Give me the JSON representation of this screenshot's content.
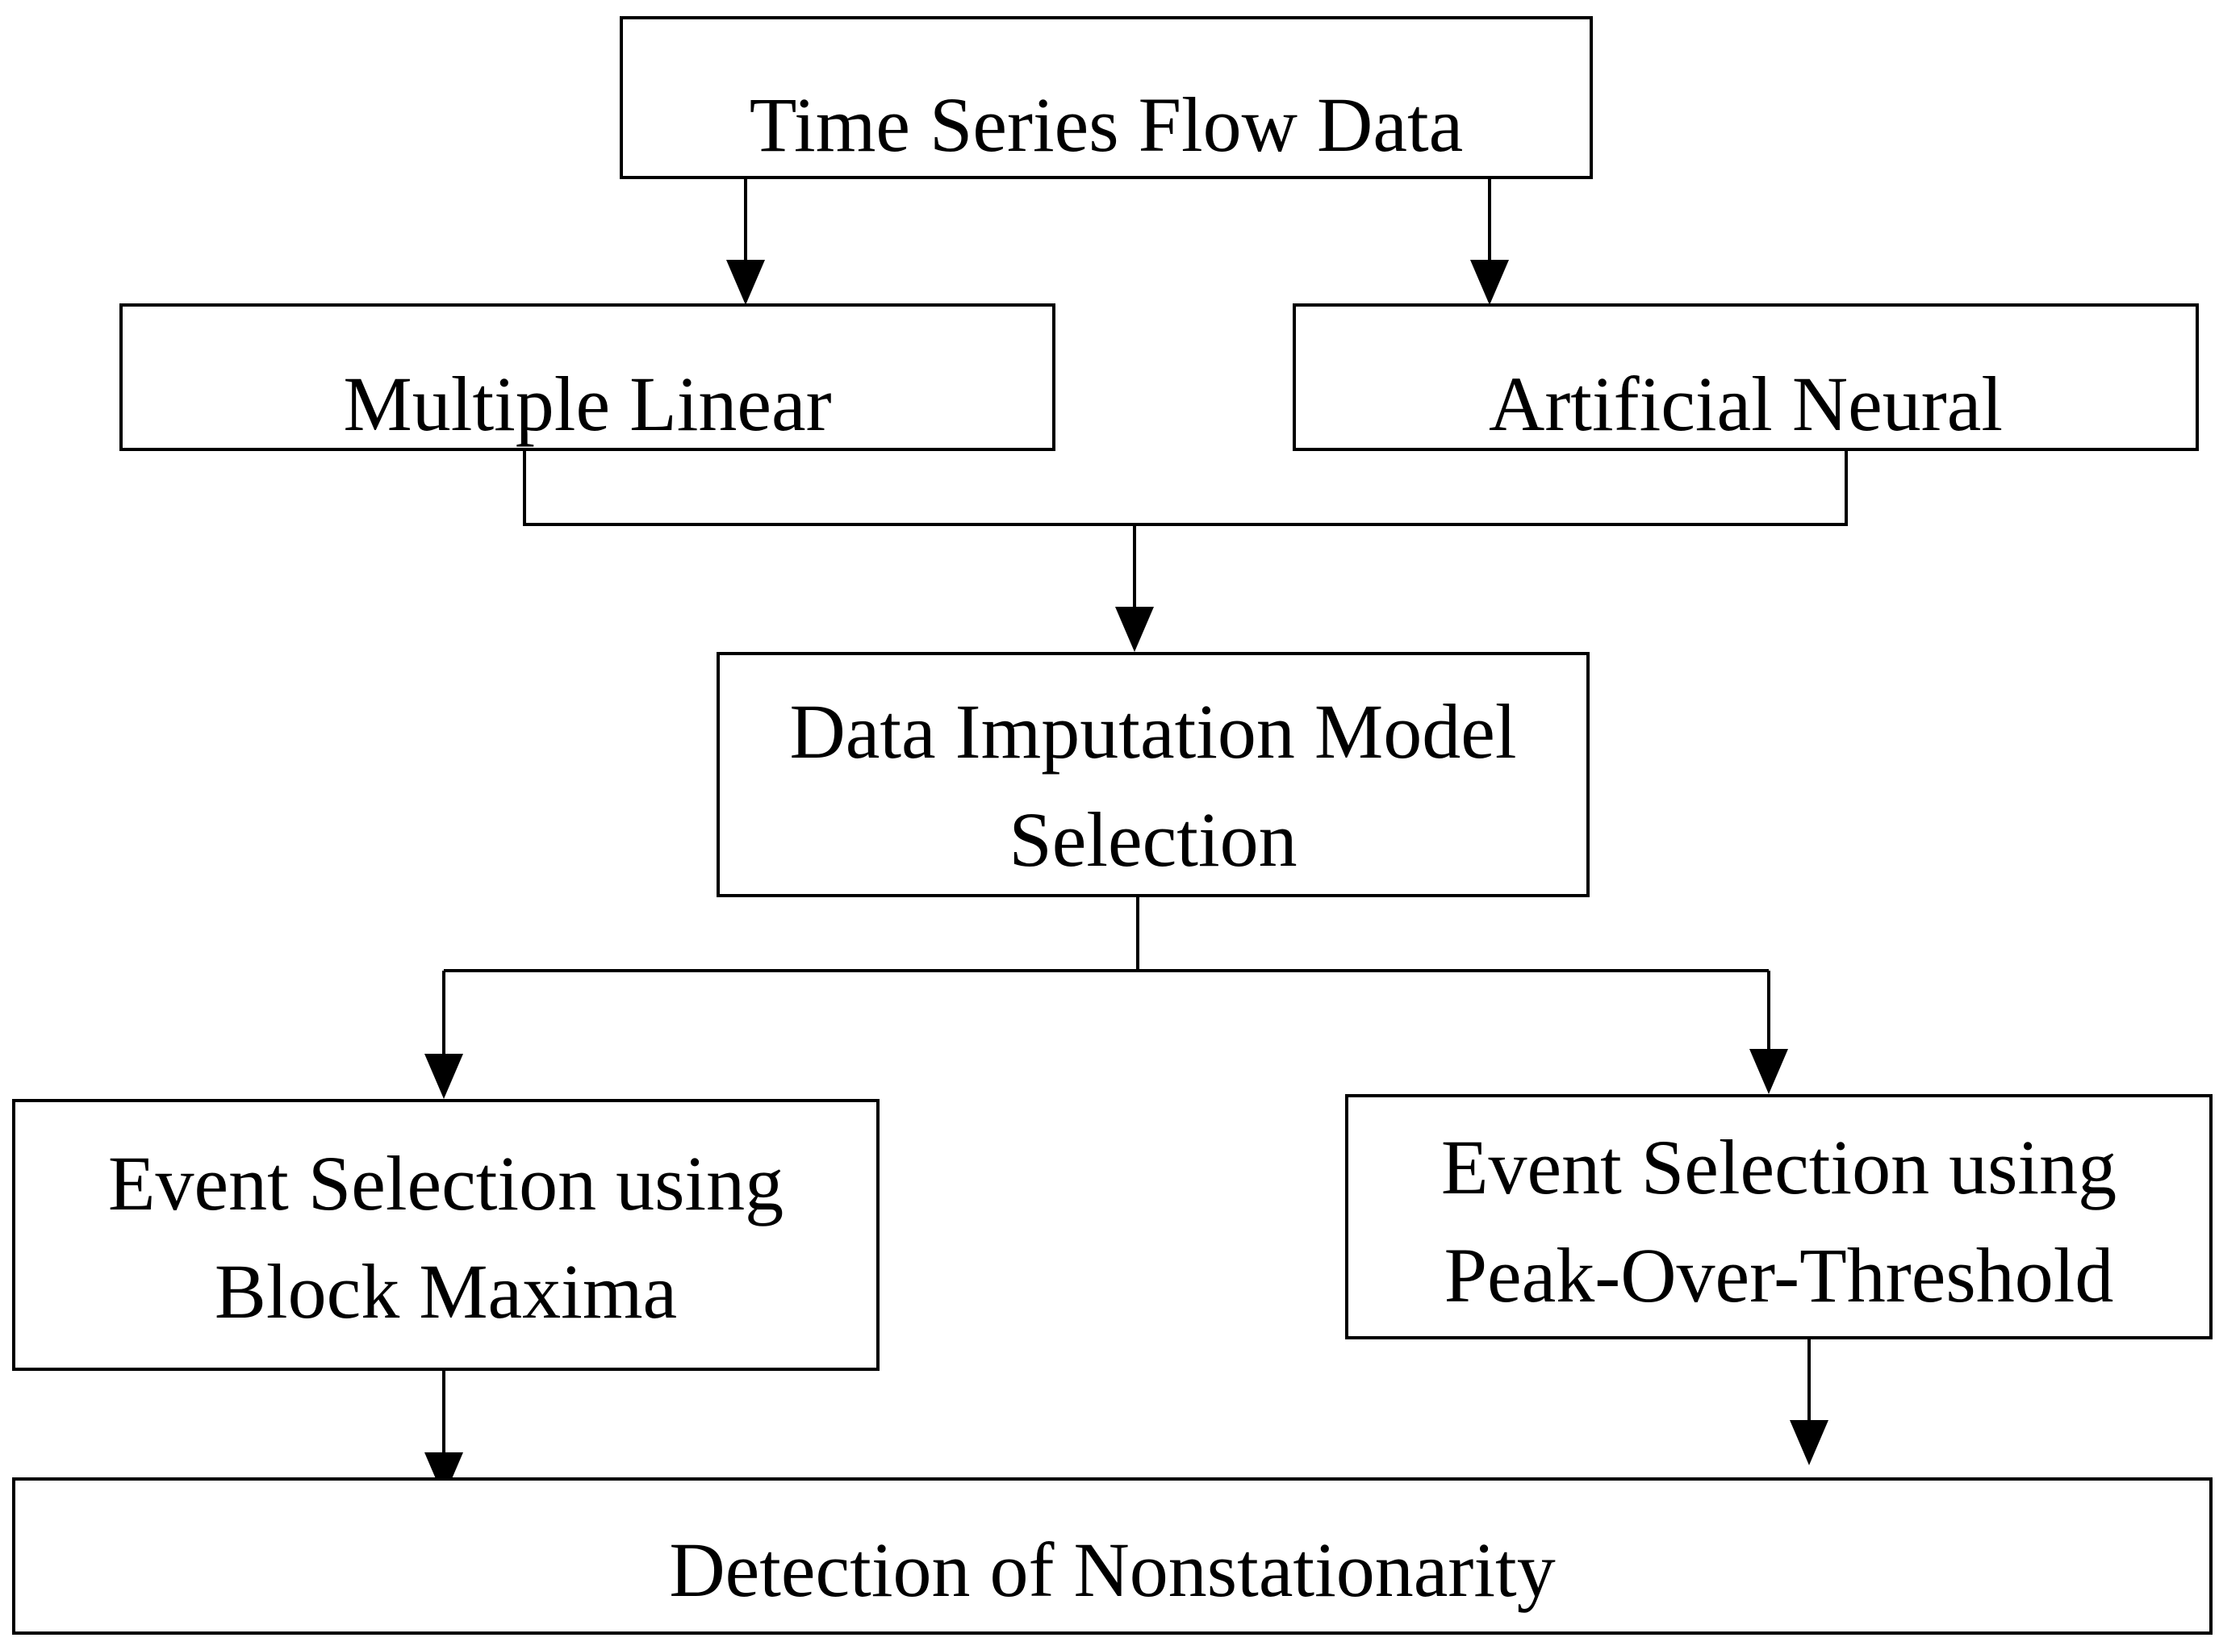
{
  "nodes": {
    "time_series": {
      "lines": [
        "Time Series Flow Data"
      ]
    },
    "mlr": {
      "lines": [
        "Multiple Linear"
      ]
    },
    "ann": {
      "lines": [
        "Artificial Neural"
      ]
    },
    "imputation": {
      "lines": [
        "Data Imputation Model",
        "Selection"
      ]
    },
    "block_maxima": {
      "lines": [
        "Event Selection using",
        "Block Maxima"
      ]
    },
    "pot": {
      "lines": [
        "Event Selection using",
        "Peak-Over-Threshold"
      ]
    },
    "nonstationarity": {
      "lines": [
        "Detection of Nonstationarity"
      ]
    }
  },
  "edges": [
    {
      "from": "time_series",
      "to": "mlr"
    },
    {
      "from": "time_series",
      "to": "ann"
    },
    {
      "from": "mlr",
      "to": "imputation"
    },
    {
      "from": "ann",
      "to": "imputation"
    },
    {
      "from": "imputation",
      "to": "block_maxima"
    },
    {
      "from": "imputation",
      "to": "pot"
    },
    {
      "from": "block_maxima",
      "to": "nonstationarity"
    },
    {
      "from": "pot",
      "to": "nonstationarity"
    }
  ],
  "colors": {
    "stroke": "#000000",
    "background": "#ffffff",
    "text": "#000000"
  }
}
